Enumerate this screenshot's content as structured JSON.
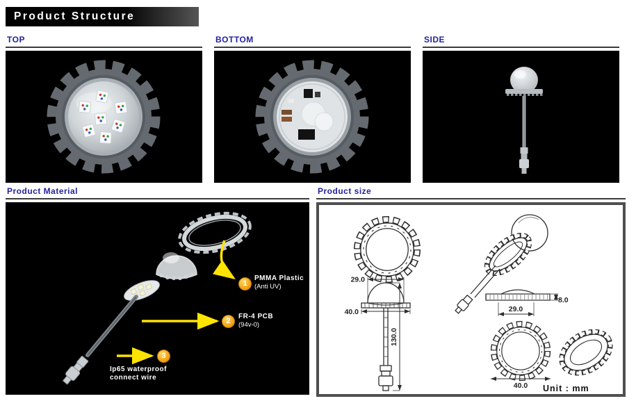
{
  "header": {
    "title": "Product Structure"
  },
  "views": [
    {
      "label": "TOP"
    },
    {
      "label": "BOTTOM"
    },
    {
      "label": "SIDE"
    }
  ],
  "material": {
    "title": "Product Material",
    "callouts": [
      {
        "num": "1",
        "line1": "PMMA Plastic",
        "line2": "(Anti UV)"
      },
      {
        "num": "2",
        "line1": "FR-4 PCB",
        "line2": "(94v-0)"
      },
      {
        "num": "3",
        "line1": "Ip65 waterproof",
        "line2": "connect wire"
      }
    ]
  },
  "size": {
    "title": "Product size",
    "unit": "Unit : mm",
    "dims": {
      "dome_width": "29.0",
      "base_width": "40.0",
      "height": "130.0",
      "side_width": "29.0",
      "side_thickness": "8.0",
      "gear_width": "40.0"
    }
  },
  "colors": {
    "accent_blue": "#2323a0",
    "panel_black": "#000000",
    "arrow_yellow": "#ffe400",
    "badge_orange": "#f29d0d",
    "drawing_ink": "#2e2e2e"
  }
}
